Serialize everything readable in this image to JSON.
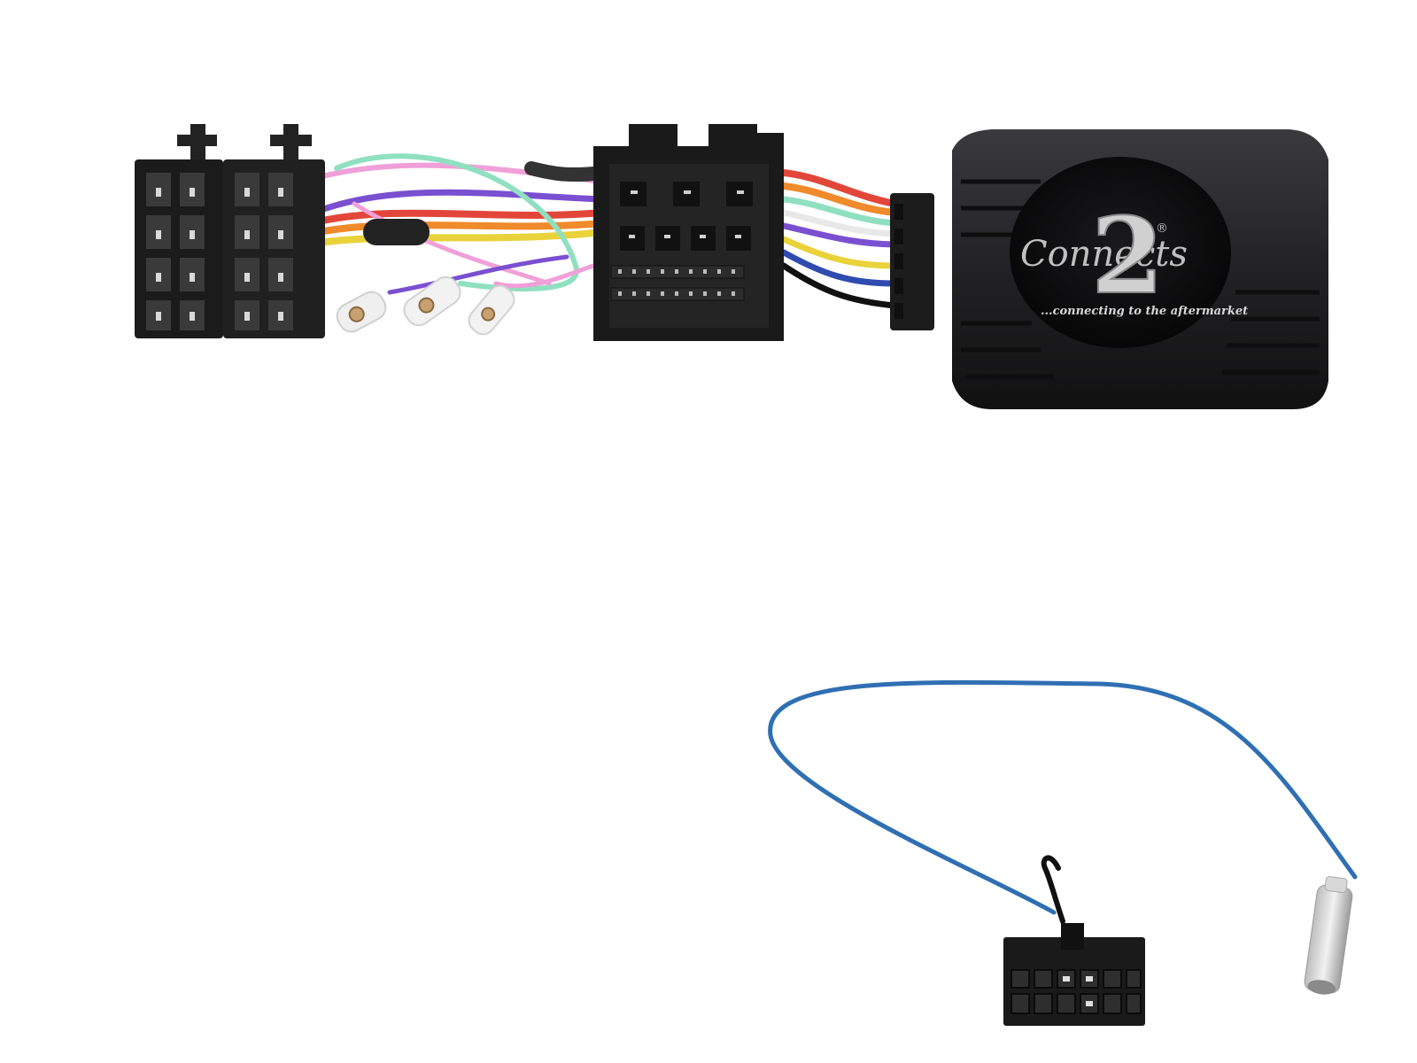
{
  "product": {
    "brand_logo_text": "Connects",
    "brand_logo_number": "2",
    "registered_mark": "®",
    "tagline": "...connecting to the aftermarket"
  },
  "colors": {
    "background": "#ffffff",
    "plastic": "#1d1d1d",
    "module_body": "#2a2a2c",
    "wire_blue": "#2f6fb3",
    "wire_red": "#e2463a",
    "wire_orange": "#f08a2a",
    "wire_yellow": "#e9d23a",
    "wire_purple": "#7a4fd0",
    "wire_pink": "#f0a0d8",
    "wire_green": "#8fe0c0",
    "wire_white": "#e8e8e8",
    "wire_black": "#111111"
  },
  "icons": [
    "iso-connector-icon",
    "quad-lock-connector-icon",
    "interface-module-icon",
    "spade-terminal-icon",
    "patch-lead-connector-icon",
    "aerial-plug-icon"
  ]
}
